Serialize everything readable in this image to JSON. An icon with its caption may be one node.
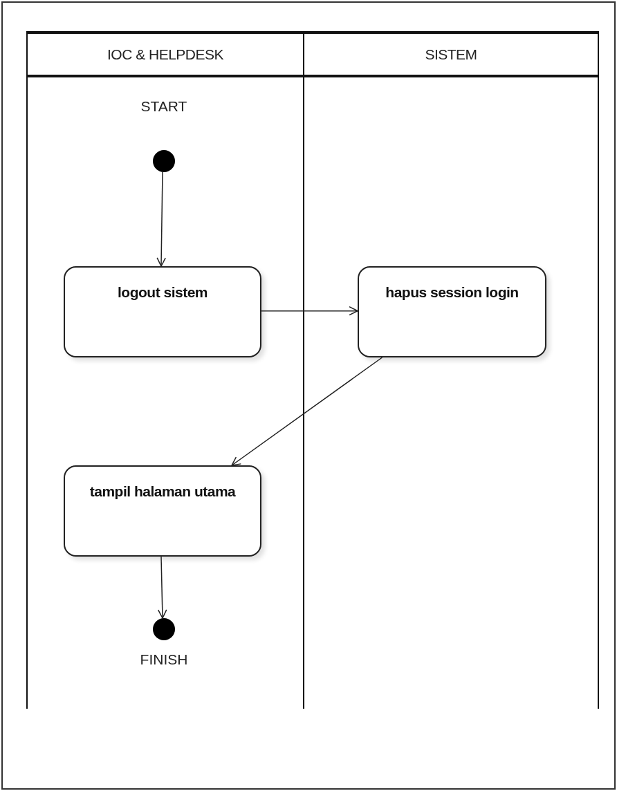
{
  "diagram": {
    "nodes": [
      {
        "text": [
          "IOC & HELPDESK"
        ]
      },
      {
        "text": [
          "SISTEM"
        ]
      },
      {
        "text": [],
        "shape": "circle",
        "beside": [
          "START"
        ],
        "in": 0
      },
      {
        "text": [
          "logout sistem"
        ],
        "in": 0
      },
      {
        "text": [
          "hapus session login"
        ],
        "in": 1
      },
      {
        "text": [
          "tampil halaman utama"
        ],
        "in": 0
      },
      {
        "text": [],
        "shape": "circle",
        "beside": [
          "FINISH"
        ],
        "in": 0
      }
    ],
    "edges": [
      {
        "from": 2,
        "to": 3,
        "arrow": "to"
      },
      {
        "from": 3,
        "to": 4,
        "arrow": "to"
      },
      {
        "from": 4,
        "to": 5,
        "arrow": "to"
      },
      {
        "from": 5,
        "to": 6,
        "arrow": "to"
      }
    ]
  }
}
